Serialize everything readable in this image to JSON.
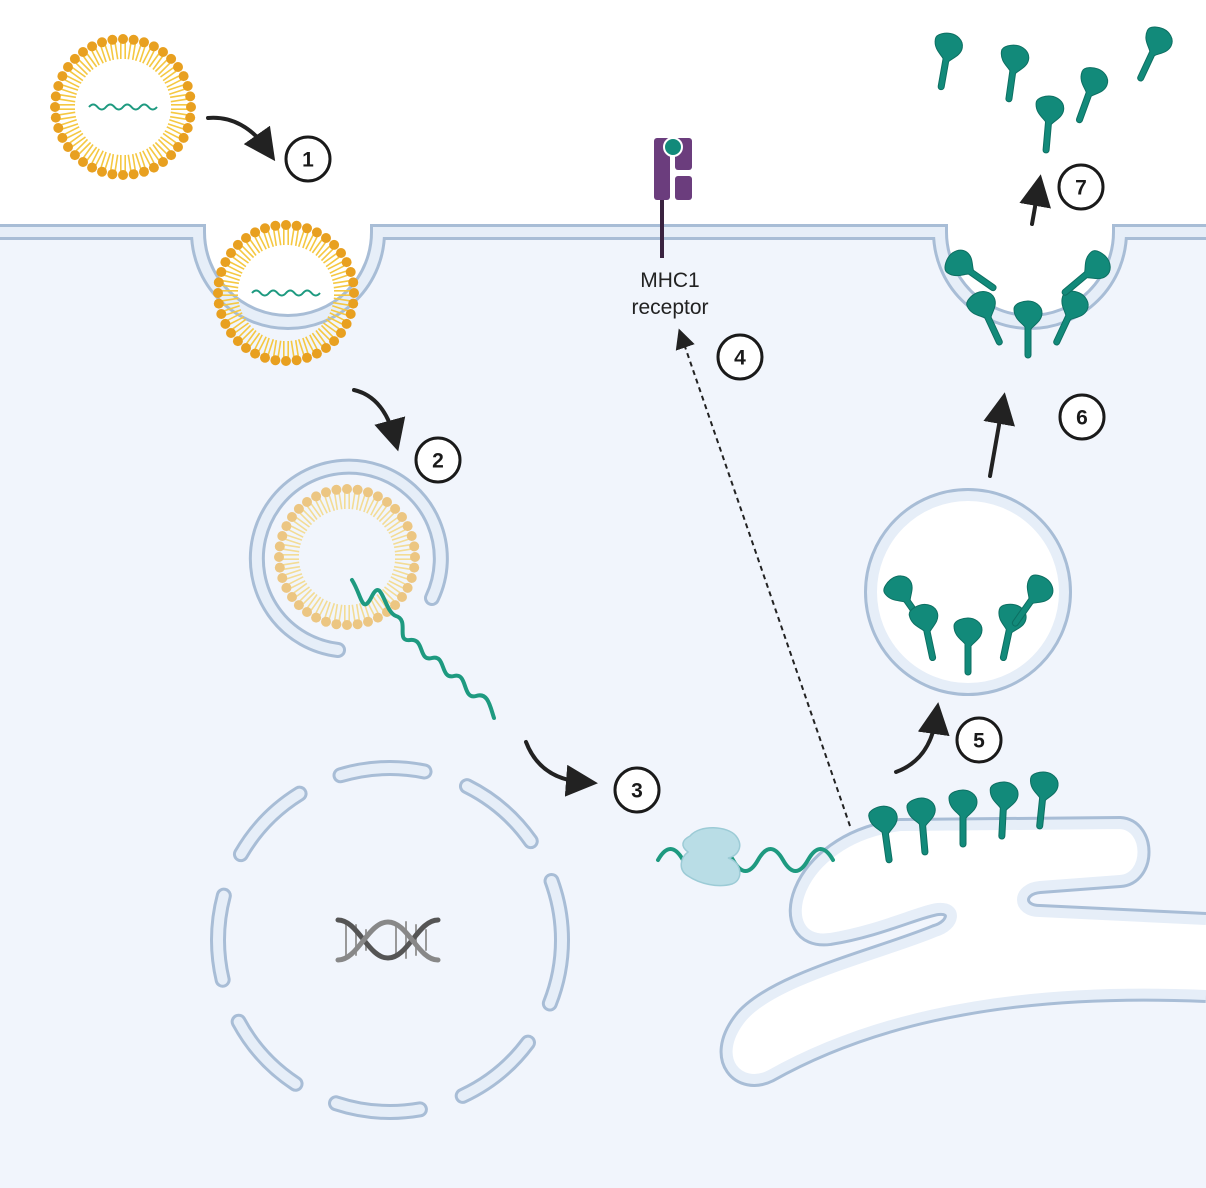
{
  "steps": [
    {
      "number": "1"
    },
    {
      "number": "2"
    },
    {
      "number": "3"
    },
    {
      "number": "4"
    },
    {
      "number": "5"
    },
    {
      "number": "6"
    },
    {
      "number": "7"
    }
  ],
  "receptor": {
    "line1": "MHC1",
    "line2": "receptor"
  },
  "colors": {
    "cytoplasm": "#f1f5fc",
    "membrane_outline": "#a8bdd6",
    "membrane_fill": "#e6eef8",
    "lipid_head": "#e8a020",
    "lipid_tail": "#f5c842",
    "mrna": "#1e9a80",
    "protein": "#128a7a",
    "receptor": "#6b3d7d",
    "ribosome": "#b9dde6",
    "dna": "#666666"
  },
  "icons": [
    "lipid-nanoparticle-icon",
    "mrna-strand-icon",
    "ribosome-icon",
    "spike-protein-icon",
    "dna-helix-icon",
    "mhc1-receptor-icon",
    "endosome-icon",
    "nucleus-icon",
    "endoplasmic-reticulum-icon"
  ]
}
